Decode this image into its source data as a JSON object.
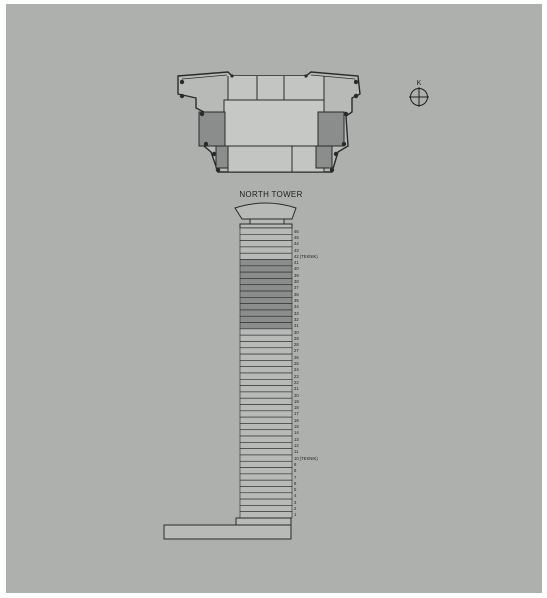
{
  "title": "NORTH TOWER",
  "compass": {
    "label": "K",
    "icon": "compass-icon"
  },
  "colors": {
    "background": "#adb0ad",
    "floor_fill": "#b7bab7",
    "highlight_fill": "#8b8d8d",
    "line": "#2a2a2a"
  },
  "floors": [
    {
      "label": "46",
      "highlighted": false
    },
    {
      "label": "45",
      "highlighted": false
    },
    {
      "label": "44",
      "highlighted": false
    },
    {
      "label": "43",
      "highlighted": false
    },
    {
      "label": "42 (TEKNIK)",
      "highlighted": false
    },
    {
      "label": "41",
      "highlighted": true
    },
    {
      "label": "40",
      "highlighted": true
    },
    {
      "label": "39",
      "highlighted": true
    },
    {
      "label": "38",
      "highlighted": true
    },
    {
      "label": "37",
      "highlighted": true
    },
    {
      "label": "36",
      "highlighted": true
    },
    {
      "label": "35",
      "highlighted": true
    },
    {
      "label": "34",
      "highlighted": true
    },
    {
      "label": "33",
      "highlighted": true
    },
    {
      "label": "32",
      "highlighted": true
    },
    {
      "label": "31",
      "highlighted": true
    },
    {
      "label": "30",
      "highlighted": false
    },
    {
      "label": "29",
      "highlighted": false
    },
    {
      "label": "28",
      "highlighted": false
    },
    {
      "label": "27",
      "highlighted": false
    },
    {
      "label": "26",
      "highlighted": false
    },
    {
      "label": "25",
      "highlighted": false
    },
    {
      "label": "24",
      "highlighted": false
    },
    {
      "label": "23",
      "highlighted": false
    },
    {
      "label": "22",
      "highlighted": false
    },
    {
      "label": "21",
      "highlighted": false
    },
    {
      "label": "20",
      "highlighted": false
    },
    {
      "label": "19",
      "highlighted": false
    },
    {
      "label": "18",
      "highlighted": false
    },
    {
      "label": "17",
      "highlighted": false
    },
    {
      "label": "16",
      "highlighted": false
    },
    {
      "label": "15",
      "highlighted": false
    },
    {
      "label": "14",
      "highlighted": false
    },
    {
      "label": "13",
      "highlighted": false
    },
    {
      "label": "12",
      "highlighted": false
    },
    {
      "label": "11",
      "highlighted": false
    },
    {
      "label": "10 (TEKNIK)",
      "highlighted": false
    },
    {
      "label": "9",
      "highlighted": false
    },
    {
      "label": "8",
      "highlighted": false
    },
    {
      "label": "7",
      "highlighted": false
    },
    {
      "label": "6",
      "highlighted": false
    },
    {
      "label": "5",
      "highlighted": false
    },
    {
      "label": "4",
      "highlighted": false
    },
    {
      "label": "3",
      "highlighted": false
    },
    {
      "label": "2",
      "highlighted": false
    },
    {
      "label": "1",
      "highlighted": false
    }
  ]
}
